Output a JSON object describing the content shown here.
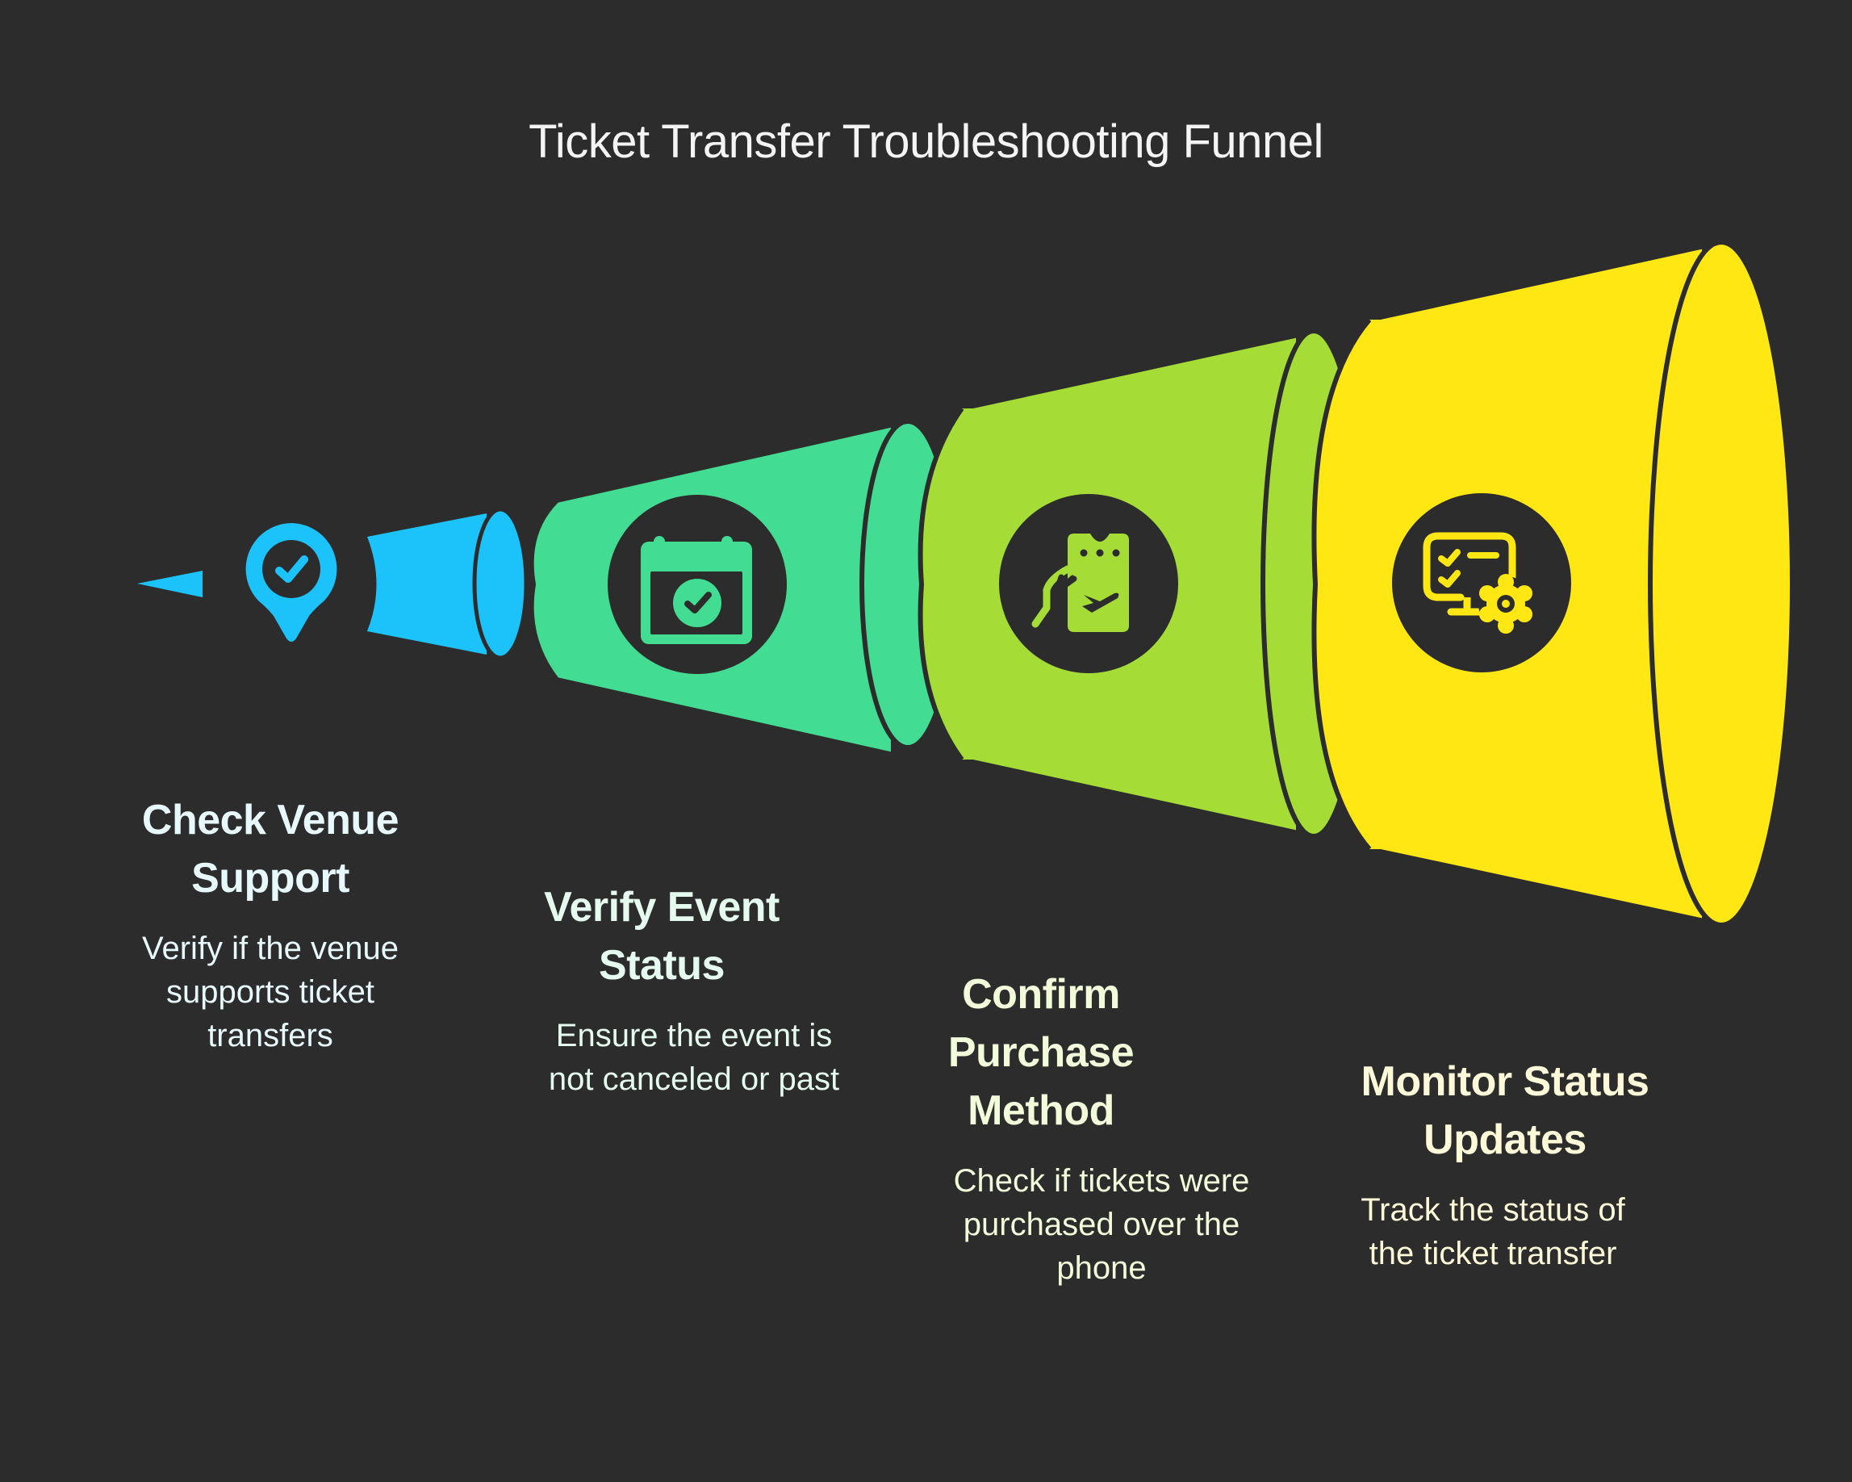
{
  "title": "Ticket Transfer Troubleshooting Funnel",
  "background": "#2c2c2c",
  "stages": [
    {
      "heading": "Check Venue Support",
      "heading_lines": [
        "Check Venue",
        "Support"
      ],
      "description_lines": [
        "Verify if the venue",
        "supports ticket",
        "transfers"
      ],
      "icon": "location-pin-check-icon",
      "color": "#1cc3fb",
      "text_color": "#e8f9fd"
    },
    {
      "heading": "Verify Event Status",
      "heading_lines": [
        "Verify Event",
        "Status"
      ],
      "description_lines": [
        "Ensure the event is",
        "not canceled or past"
      ],
      "icon": "calendar-check-icon",
      "color": "#43dc93",
      "text_color": "#e5fbef"
    },
    {
      "heading": "Confirm Purchase Method",
      "heading_lines": [
        "Confirm",
        "Purchase",
        "Method"
      ],
      "description_lines": [
        "Check if tickets were",
        "purchased over the",
        "phone"
      ],
      "icon": "hand-ticket-plane-icon",
      "color": "#a6dc36",
      "text_color": "#f2fcda"
    },
    {
      "heading": "Monitor Status Updates",
      "heading_lines": [
        "Monitor Status",
        "Updates"
      ],
      "description_lines": [
        "Track the status of",
        "the ticket transfer"
      ],
      "icon": "monitor-checklist-gear-icon",
      "color": "#ffe713",
      "text_color": "#fef9d8"
    }
  ]
}
